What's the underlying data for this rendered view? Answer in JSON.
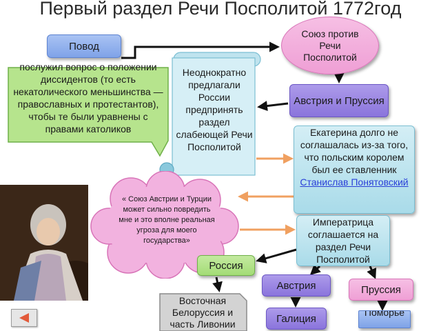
{
  "title": "Первый раздел Речи Посполитой 1772год",
  "nodes": {
    "povod": "Повод",
    "povod_text": "послужил вопрос о положении диссидентов (то есть некатолического меньшинства — православных и протестантов), чтобы те были уравнены с правами католиков",
    "soyuz": "Союз против Речи Посполитой",
    "scroll_text": "Неоднократно предлагали России предпринять раздел слабеющей Речи Посполитой",
    "austria_prussia": "Австрия и Пруссия",
    "ekaterina_text": "Екатерина долго не соглашалась из-за того, что польским королем был ее ставленник",
    "ekaterina_link": "Станислав Понятовский",
    "cloud_text": "« Союз Австрии и Турции может сильно повредить мне и это вполне реальная угроза для моего государства»",
    "empress_text": "Императрица соглашается на раздел Речи Посполитой",
    "russia": "Россия",
    "austria": "Австрия",
    "prussia": "Пруссия",
    "belorussia": "Восточная Белоруссия и часть Ливонии",
    "galicia": "Галиция",
    "pomorie": "Поморье"
  },
  "colors": {
    "arrow_black": "#111111",
    "arrow_orange": "#f0a060",
    "nav_red": "#e25a3a"
  },
  "icons": {
    "back": "triangle-left-icon",
    "portrait": "portrait-image"
  }
}
